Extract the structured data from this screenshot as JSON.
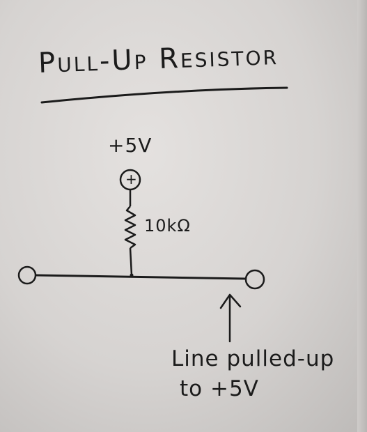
{
  "diagram": {
    "title": "Pull-Up Resistor",
    "supply_label": "+5V",
    "supply_symbol": "+",
    "resistor_label": "10kΩ",
    "note_line1": "Line pulled-up",
    "note_line2": "to +5V"
  },
  "colors": {
    "ink": "#1b1b1b",
    "paper": "#dedbd9"
  }
}
